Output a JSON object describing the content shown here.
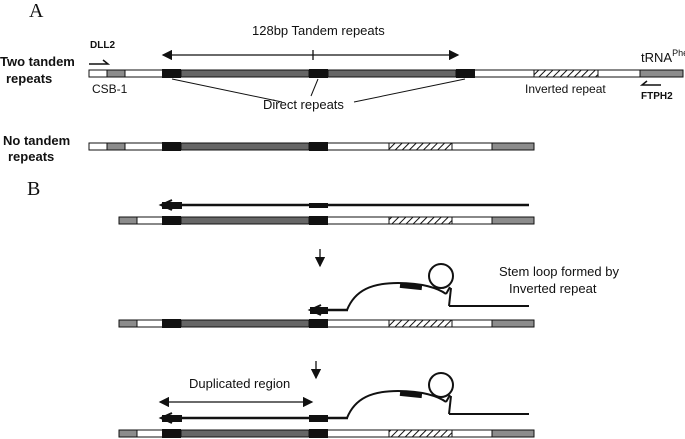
{
  "panels": {
    "a": "A",
    "b": "B"
  },
  "labels": {
    "two_tandem_line1": "Two tandem",
    "two_tandem_line2": "repeats",
    "no_tandem_line1": "No tandem",
    "no_tandem_line2": "repeats",
    "tandem_repeats": "128bp Tandem repeats",
    "direct_repeats": "Direct repeats",
    "inverted_repeat": "Inverted repeat",
    "csb1": "CSB-1",
    "dll2": "DLL2",
    "ftph2": "FTPH2",
    "trna_main": "tRNA",
    "trna_sup": "Phe",
    "stem_loop_line1": "Stem loop formed by",
    "stem_loop_line2": "Inverted repeat",
    "duplicated_region": "Duplicated region"
  },
  "colors": {
    "ink": "#111111",
    "grey_segment": "#8c8c8c",
    "dark_segment": "#555555",
    "white_segment": "#ffffff",
    "hatch": "#111111"
  }
}
